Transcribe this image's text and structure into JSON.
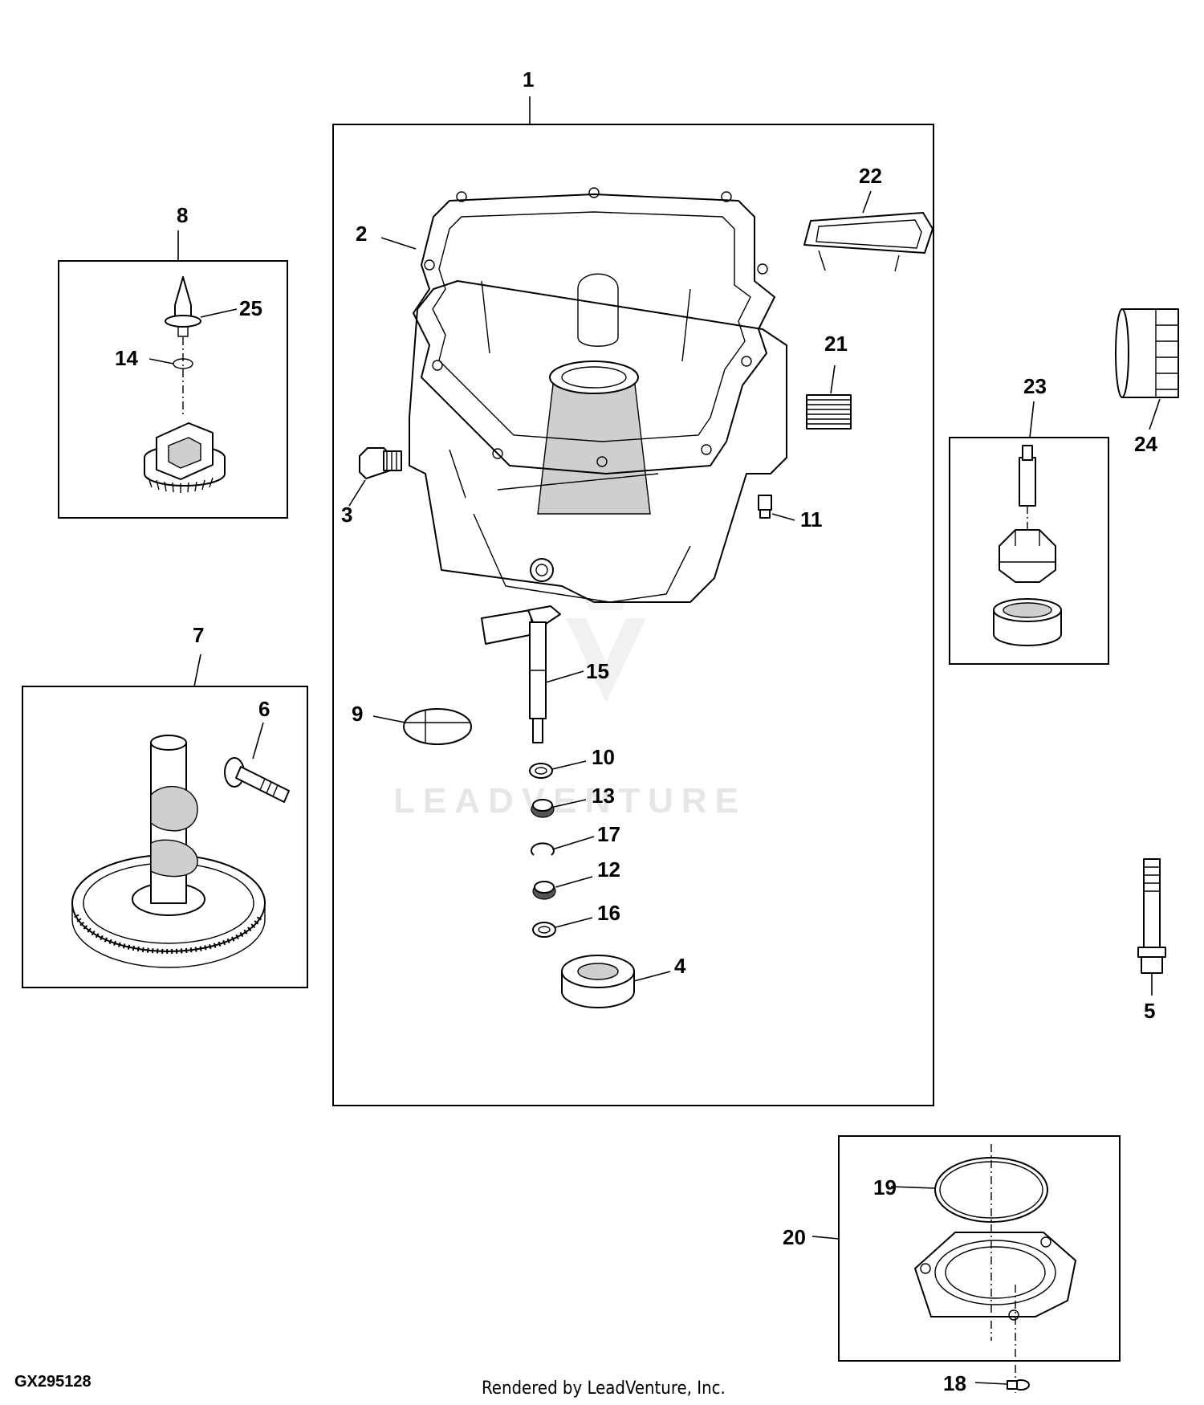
{
  "callouts": {
    "c1": "1",
    "c2": "2",
    "c3": "3",
    "c4": "4",
    "c5": "5",
    "c6": "6",
    "c7": "7",
    "c8": "8",
    "c9": "9",
    "c10": "10",
    "c11": "11",
    "c12": "12",
    "c13": "13",
    "c14": "14",
    "c15": "15",
    "c16": "16",
    "c17": "17",
    "c18": "18",
    "c19": "19",
    "c20": "20",
    "c21": "21",
    "c22": "22",
    "c23": "23",
    "c24": "24",
    "c25": "25"
  },
  "watermark": "LEADVENTURE",
  "footer": {
    "diagram_id": "GX295128",
    "credit": "Rendered by LeadVenture, Inc."
  }
}
